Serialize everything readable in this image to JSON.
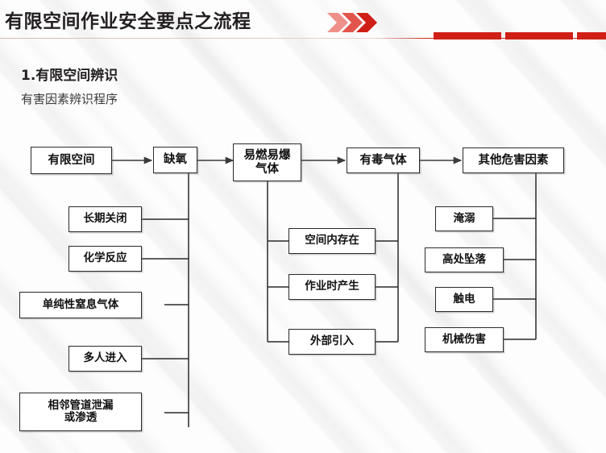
{
  "header": {
    "title": "有限空间作业安全要点之流程",
    "chevron_icon": "double-chevron-right-icon",
    "accent_color": "#cf1f17"
  },
  "section": {
    "number_title": "1.有限空间辨识",
    "subtitle": "有害因素辨识程序"
  },
  "flow": {
    "top_row": [
      {
        "label": "有限空间"
      },
      {
        "label": "缺氧"
      },
      {
        "label": "易燃易爆\n气体"
      },
      {
        "label": "有毒气体"
      },
      {
        "label": "其他危害因素"
      }
    ],
    "group_oxygen_deficiency": [
      {
        "label": "长期关闭"
      },
      {
        "label": "化学反应"
      },
      {
        "label": "单纯性窒息气体"
      },
      {
        "label": "多人进入"
      },
      {
        "label": "相邻管道泄漏\n或渗透"
      }
    ],
    "group_gas_sources": [
      {
        "label": "空间内存在"
      },
      {
        "label": "作业时产生"
      },
      {
        "label": "外部引入"
      }
    ],
    "group_other_hazards": [
      {
        "label": "淹溺"
      },
      {
        "label": "高处坠落"
      },
      {
        "label": "触电"
      },
      {
        "label": "机械伤害"
      }
    ]
  }
}
